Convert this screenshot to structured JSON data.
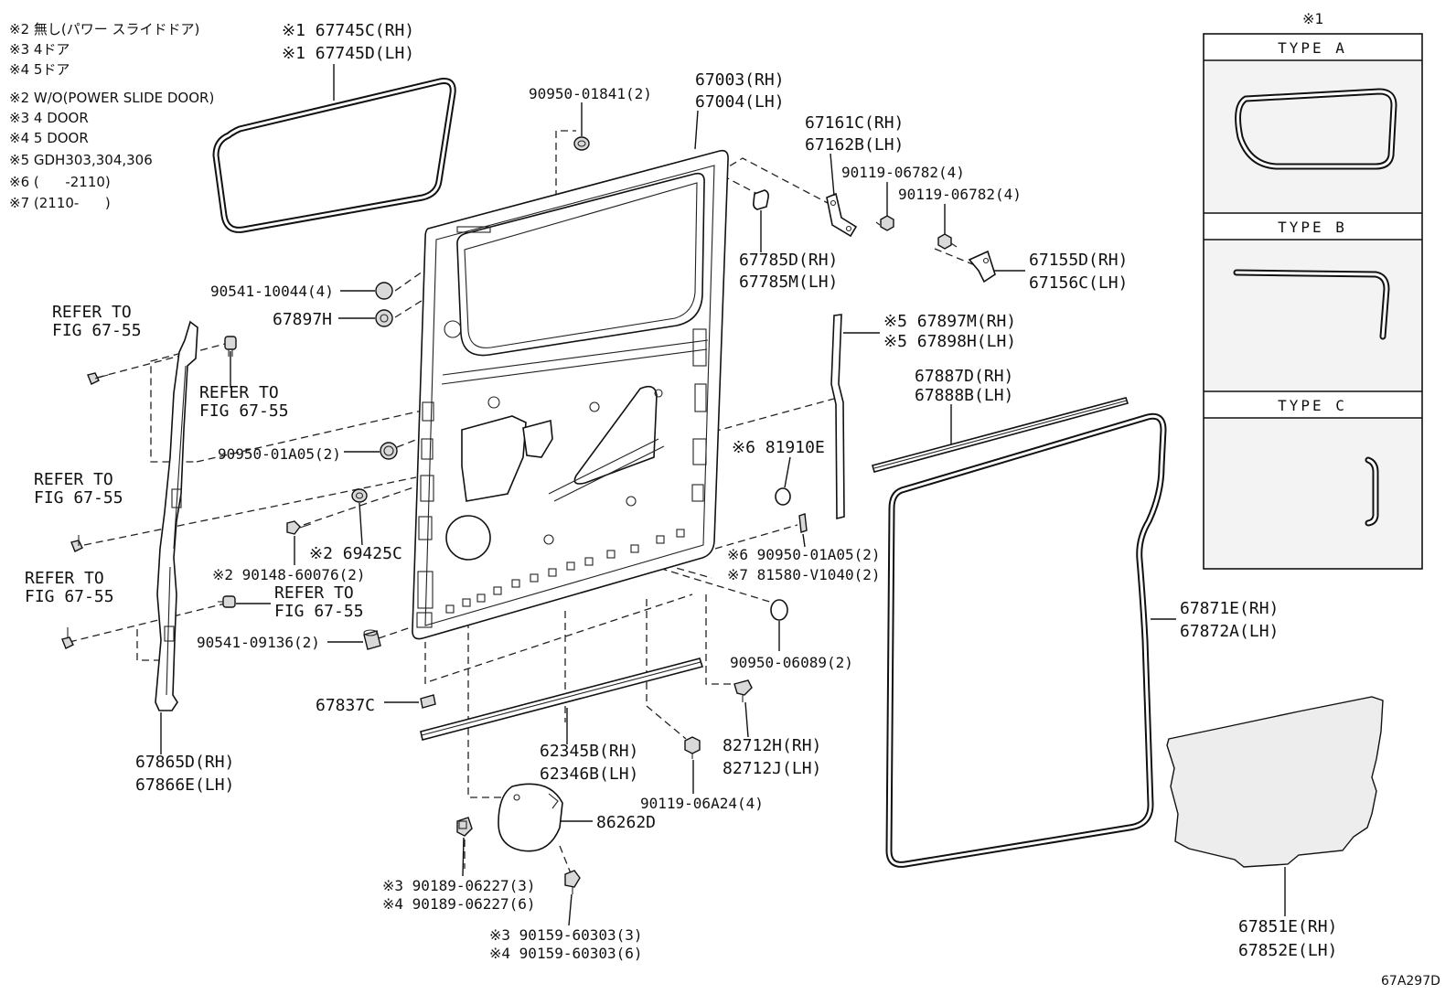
{
  "notes": {
    "jp": [
      "※2 無し(パワー スライドドア)",
      "※3 4ドア",
      "※4 5ドア"
    ],
    "en": [
      "※2 W/O(POWER SLIDE DOOR)",
      "※3 4 DOOR",
      "※4 5 DOOR",
      "※5 GDH303,304,306",
      "※6 (      -2110)",
      "※7 (2110-      )"
    ]
  },
  "labels": {
    "glass_weatherstrip": [
      "※1 67745C(RH)",
      "※1 67745D(LH)"
    ],
    "hole_plug_top": [
      "90950-01841(2)"
    ],
    "door_panel": [
      "67003(RH)",
      "67004(LH)"
    ],
    "upper_bracket": [
      "67161C(RH)",
      "67162B(LH)"
    ],
    "bolt_upper_1": [
      "90119-06782(4)"
    ],
    "bolt_upper_2": [
      "90119-06782(4)"
    ],
    "stopper_upper": [
      "67785D(RH)",
      "67785M(LH)"
    ],
    "bracket_right": [
      "67155D(RH)",
      "67156C(LH)"
    ],
    "cushion_upper": [
      "90541-10044(4)"
    ],
    "cushion_67897": [
      "67897H"
    ],
    "refer_1": [
      "REFER TO",
      "FIG 67-55"
    ],
    "refer_2": [
      "REFER TO",
      "FIG 67-55"
    ],
    "seal_vertical": [
      "※5 67897M(RH)",
      "※5 67898H(LH)"
    ],
    "belt_strip": [
      "67887D(RH)",
      "67888B(LH)"
    ],
    "hole_plug_mid": [
      "90950-01A05(2)"
    ],
    "clip_81910": [
      "※6 81910E"
    ],
    "refer_3": [
      "REFER TO",
      "FIG 67-55"
    ],
    "cushion_69425": [
      "※2 69425C"
    ],
    "bolt_90148": [
      "※2 90148-60076(2)"
    ],
    "hole_plug_right": [
      "※6 90950-01A05(2)",
      "※7 81580-V1040(2)"
    ],
    "refer_4": [
      "REFER TO",
      "FIG 67-55"
    ],
    "refer_5": [
      "REFER TO",
      "FIG 67-55"
    ],
    "door_weatherstrip": [
      "67871E(RH)",
      "67872A(LH)"
    ],
    "cushion_lower": [
      "90541-09136(2)"
    ],
    "hole_plug_lower": [
      "90950-06089(2)"
    ],
    "clip_67837": [
      "67837C"
    ],
    "lower_strip": [
      "62345B(RH)",
      "62346B(LH)"
    ],
    "clip_82712": [
      "82712H(RH)",
      "82712J(LH)"
    ],
    "side_trim": [
      "67865D(RH)",
      "67866E(LH)"
    ],
    "bolt_lower": [
      "90119-06A24(4)"
    ],
    "cover_86262": [
      "86262D"
    ],
    "screw_90189": [
      "※3 90189-06227(3)",
      "※4 90189-06227(6)"
    ],
    "screw_90159": [
      "※3 90159-60303(3)",
      "※4 90159-60303(6)"
    ],
    "service_cover": [
      "67851E(RH)",
      "67852E(LH)"
    ]
  },
  "type_panel": {
    "mark": "※1",
    "types": [
      "TYPE A",
      "TYPE B",
      "TYPE C"
    ]
  },
  "figure_code": "67A297D"
}
